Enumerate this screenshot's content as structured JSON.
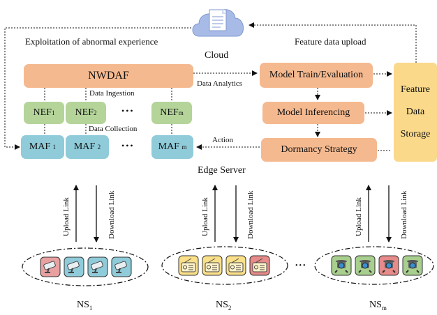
{
  "cloud": {
    "label": "Cloud"
  },
  "captions": {
    "exploitation": "Exploitation of abnormal experience",
    "feature_upload": "Feature data upload",
    "data_analytics": "Data Analytics",
    "data_ingestion": "Data Ingestion",
    "data_collection": "Data Collection",
    "action": "Action",
    "edge_server": "Edge Server"
  },
  "nodes": {
    "nwdaf": "NWDAF",
    "nef": {
      "base": "NEF",
      "subs": [
        "1",
        "2",
        "m"
      ]
    },
    "maf": {
      "base": "MAF",
      "subs": [
        "1",
        "2",
        "m"
      ]
    },
    "ellipsis": "•••",
    "model_train": "Model Train/Evaluation",
    "model_inferencing": "Model Inferencing",
    "dormancy": "Dormancy Strategy",
    "feature_storage": [
      "Feature",
      "Data",
      "Storage"
    ]
  },
  "links": {
    "upload": "Upload Link",
    "download": "Download Link"
  },
  "slices": {
    "base": "NS",
    "subs": [
      "1",
      "2",
      "m"
    ],
    "between": "•••"
  },
  "colors": {
    "orange": "#f5b98f",
    "green": "#b4d49a",
    "blue": "#8fcbd9",
    "yellow": "#fbd98a",
    "device_normal_ns1": "#8fcbd9",
    "device_abnormal_ns1": "#e8a0a0",
    "device_normal_ns2": "#fbe08a",
    "device_abnormal_ns2": "#e68a8a",
    "device_normal_nsm": "#a8cf8e",
    "device_abnormal_nsm": "#e68a8a"
  },
  "icons": [
    "cloud-document-icon",
    "camera-icon",
    "radio-icon",
    "drone-icon"
  ]
}
